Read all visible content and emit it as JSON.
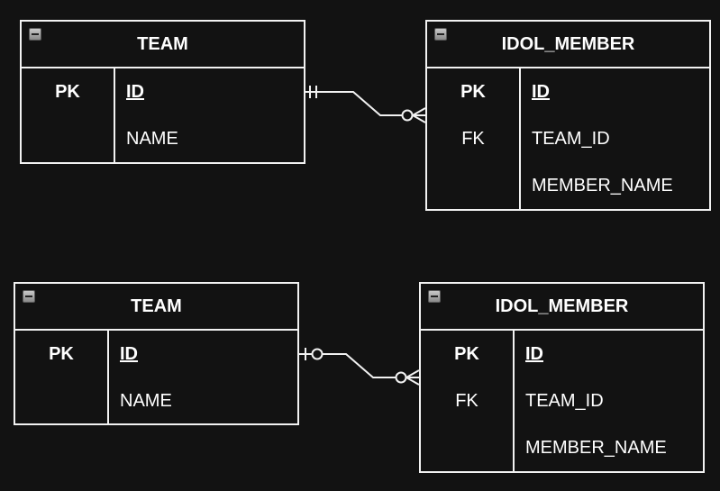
{
  "diagrams": [
    {
      "team": {
        "title": "TEAM",
        "keys": [
          "PK",
          ""
        ],
        "attrs": [
          "ID",
          "NAME"
        ]
      },
      "member": {
        "title": "IDOL_MEMBER",
        "keys": [
          "PK",
          "FK",
          ""
        ],
        "attrs": [
          "ID",
          "TEAM_ID",
          "MEMBER_NAME"
        ]
      },
      "relationship": "one-and-only-one to zero-or-many"
    },
    {
      "team": {
        "title": "TEAM",
        "keys": [
          "PK",
          ""
        ],
        "attrs": [
          "ID",
          "NAME"
        ]
      },
      "member": {
        "title": "IDOL_MEMBER",
        "keys": [
          "PK",
          "FK",
          ""
        ],
        "attrs": [
          "ID",
          "TEAM_ID",
          "MEMBER_NAME"
        ]
      },
      "relationship": "zero-or-one to zero-or-many"
    }
  ],
  "colors": {
    "background": "#121212",
    "line": "#f2f2f2"
  }
}
